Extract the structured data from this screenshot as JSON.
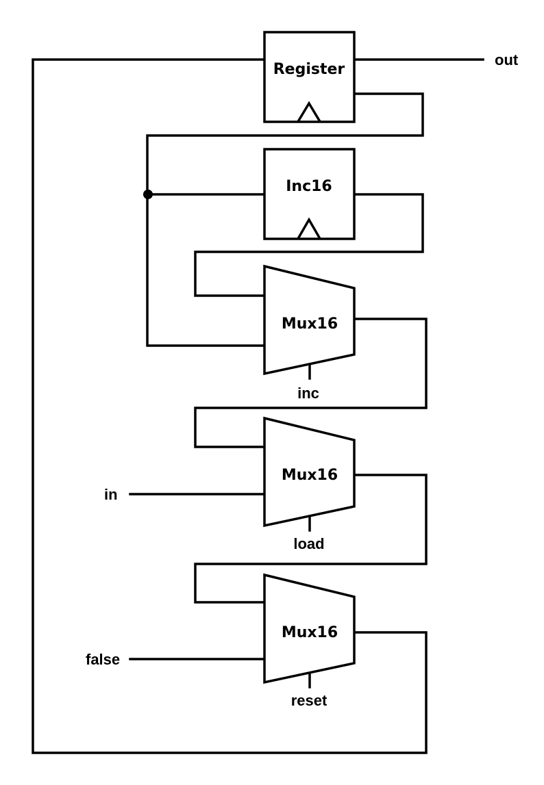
{
  "diagram": {
    "chips": {
      "register": "Register",
      "inc16": "Inc16",
      "mux_inc": "Mux16",
      "mux_load": "Mux16",
      "mux_reset": "Mux16"
    },
    "pins": {
      "out": "out",
      "in": "in",
      "false": "false",
      "inc": "inc",
      "load": "load",
      "reset": "reset"
    }
  }
}
